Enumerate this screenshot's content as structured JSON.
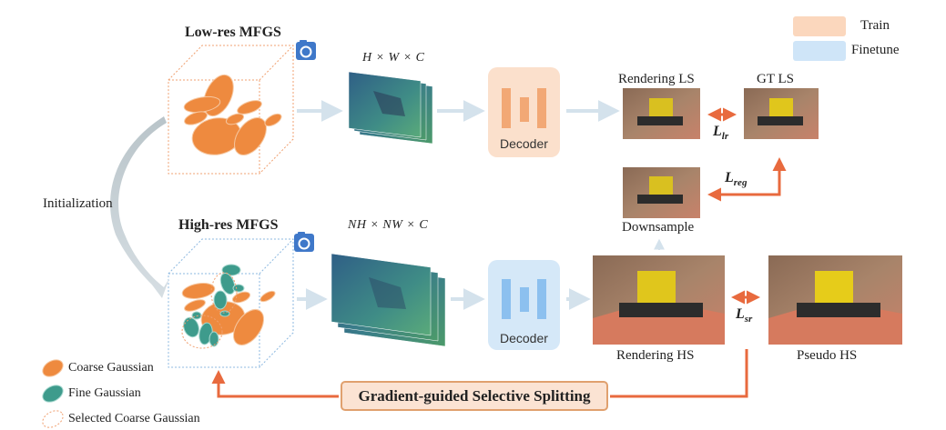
{
  "legend": {
    "train_label": "Train",
    "finetune_label": "Finetune",
    "train_color": "#fbd7bd",
    "finetune_color": "#cfe5f8"
  },
  "low_res": {
    "title": "Low-res MFGS",
    "shape": "H × W × C"
  },
  "high_res": {
    "title": "High-res MFGS",
    "shape": "NH × NW × C"
  },
  "initialization_label": "Initialization",
  "decoder_label": "Decoder",
  "images": {
    "rendering_ls": "Rendering LS",
    "gt_ls": "GT LS",
    "downsample": "Downsample",
    "rendering_hs": "Rendering HS",
    "pseudo_hs": "Pseudo HS"
  },
  "losses": {
    "lr": {
      "base": "L",
      "sub": "lr"
    },
    "reg": {
      "base": "L",
      "sub": "reg"
    },
    "sr": {
      "base": "L",
      "sub": "sr"
    }
  },
  "splitting_label": "Gradient-guided Selective Splitting",
  "gaussian_legend": {
    "coarse": "Coarse Gaussian",
    "fine": "Fine Gaussian",
    "selected": "Selected Coarse Gaussian"
  },
  "colors": {
    "orange": "#ee8a3f",
    "teal": "#3e9b8c",
    "arrow_orange": "#e86a3e",
    "arrow_light": "#d9e6ee",
    "train_box": "#f8c4a0",
    "finetune_box": "#bcdcf5"
  }
}
